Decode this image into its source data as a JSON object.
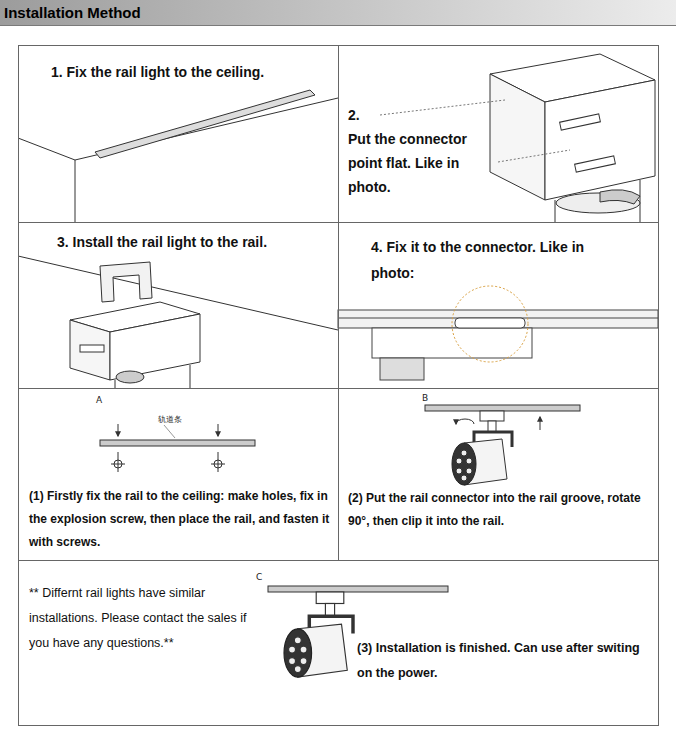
{
  "diagram": {
    "title": "Installation Method",
    "nodes": [
      {
        "text": [
          "1. Fix the rail light to the ceiling."
        ]
      },
      {
        "text": [
          "2.",
          "Put the connector point flat. Like in photo."
        ]
      },
      {
        "text": [
          "3. Install the rail light to the rail."
        ]
      },
      {
        "text": [
          "4. Fix it to the connector. Like in photo:"
        ]
      },
      {
        "text": [
          "(1) Firstly fix the rail to the ceiling: make holes, fix in the explosion screw, then place the rail, and fasten it with screws."
        ]
      },
      {
        "text": [
          "(2) Put the rail connector into the rail groove, rotate 90°, then clip it into the rail."
        ]
      },
      {
        "text": [
          "** Differnt rail lights have similar installations. Please contact the sales if you have any questions.**",
          "(3) Installation is finished. Can use after switing on the power."
        ]
      }
    ],
    "labels": [
      "A",
      "轨道条",
      "B",
      "C"
    ]
  }
}
